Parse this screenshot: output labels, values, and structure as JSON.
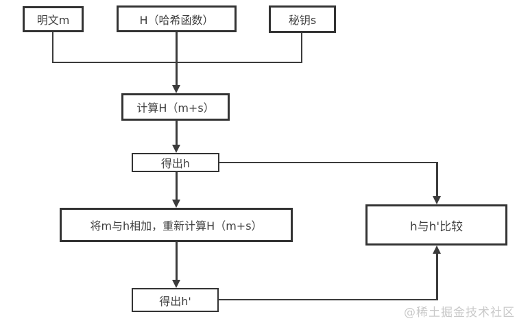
{
  "diagram": {
    "nodes": {
      "plaintext": {
        "label": "明文m"
      },
      "hash": {
        "label": "H（哈希函数）"
      },
      "key": {
        "label": "秘钥s"
      },
      "compute": {
        "label": "计算H（m+s）"
      },
      "h": {
        "label": "得出h"
      },
      "recompute": {
        "label": "将m与h相加，重新计算H（m+s）"
      },
      "hprime": {
        "label": "得出h'"
      },
      "compare": {
        "label": "h与h'比较"
      }
    },
    "watermark": "@稀土掘金技术社区",
    "colors": {
      "background": "#ffffff",
      "box_border": "#333333",
      "line": "#3b3b3b",
      "text": "#404040",
      "watermark": "#c9c9c9"
    }
  }
}
